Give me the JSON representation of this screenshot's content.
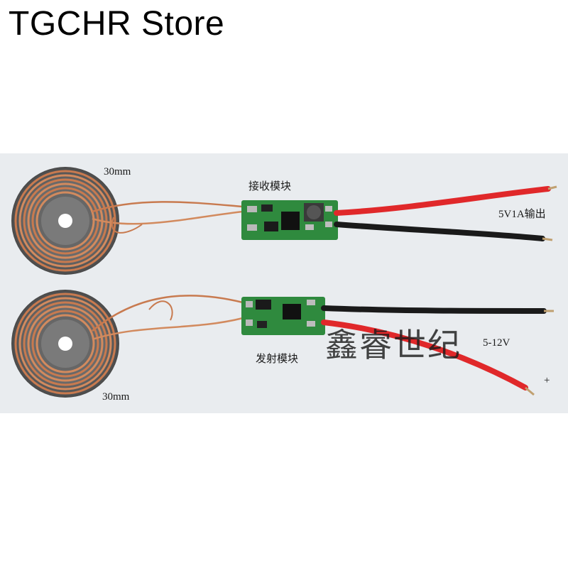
{
  "header": {
    "store_title": "TGCHR Store"
  },
  "labels": {
    "coil_top_size": "30mm",
    "receiver_module": "接收模块",
    "output_spec": "5V1A输出",
    "transmitter_module": "发射模块",
    "input_spec": "5-12V",
    "coil_bottom_size": "30mm",
    "plus_mark": "+"
  },
  "watermark": {
    "text": "鑫睿世纪"
  }
}
